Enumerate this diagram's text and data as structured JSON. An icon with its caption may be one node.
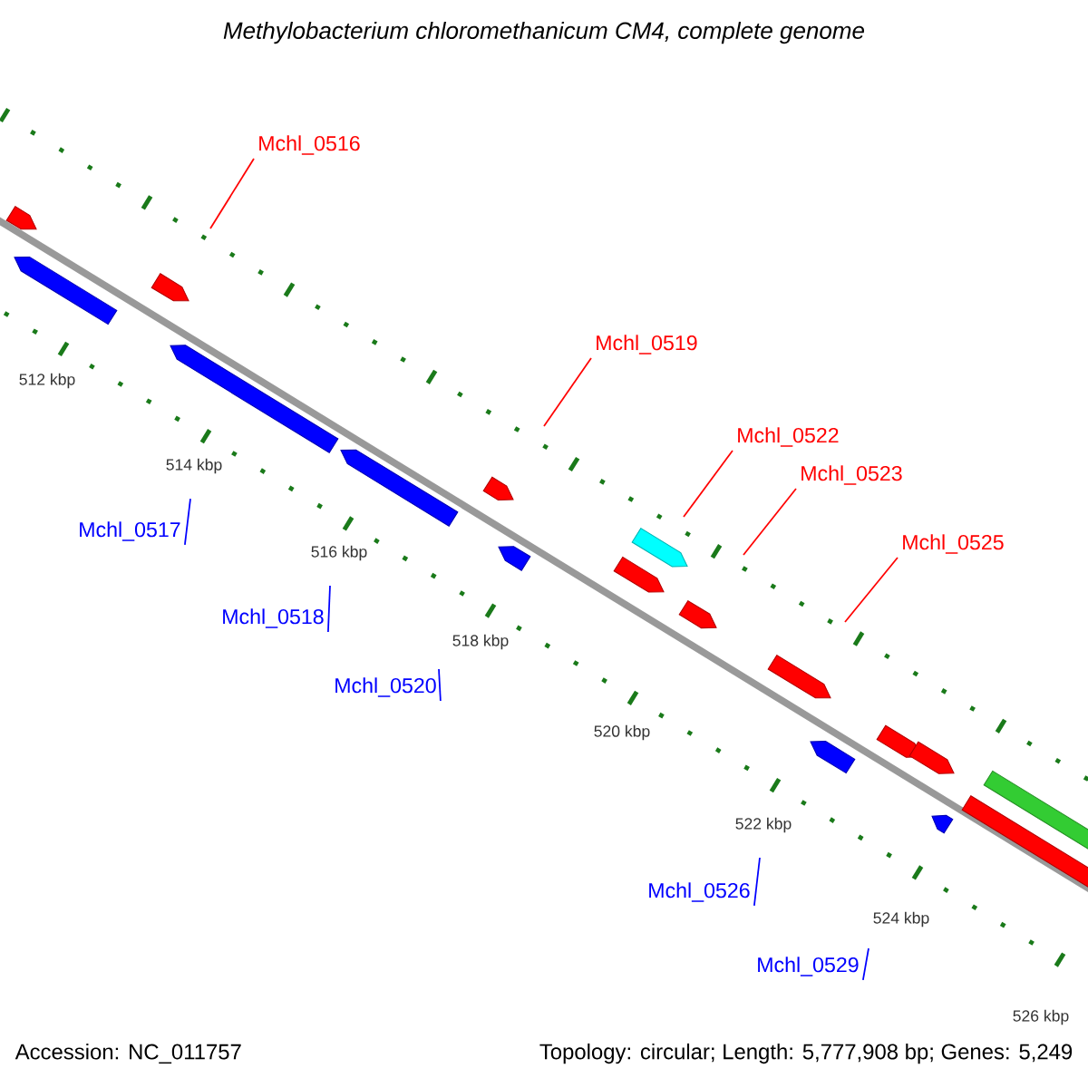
{
  "diagram": {
    "title": "Methylobacterium chloromethanicum CM4, complete genome",
    "nodes": [
      {
        "text": [
          "Mchl_0516"
        ]
      },
      {
        "text": [
          "Mchl_0519"
        ]
      },
      {
        "text": [
          "Mchl_0522"
        ]
      },
      {
        "text": [
          "Mchl_0523"
        ]
      },
      {
        "text": [
          "Mchl_0525"
        ]
      },
      {
        "text": [
          "Mchl_0517"
        ]
      },
      {
        "text": [
          "Mchl_0518"
        ]
      },
      {
        "text": [
          "Mchl_0520"
        ]
      },
      {
        "text": [
          "Mchl_0526"
        ]
      },
      {
        "text": [
          "Mchl_0529"
        ]
      }
    ],
    "edges": [
      {
        "from": 0,
        "to": null,
        "arrow": "none",
        "color": "#ff0000"
      },
      {
        "from": 1,
        "to": null,
        "arrow": "none",
        "color": "#ff0000"
      },
      {
        "from": 2,
        "to": null,
        "arrow": "none",
        "color": "#ff0000"
      },
      {
        "from": 3,
        "to": null,
        "arrow": "none",
        "color": "#ff0000"
      },
      {
        "from": 4,
        "to": null,
        "arrow": "none",
        "color": "#ff0000"
      },
      {
        "from": 5,
        "to": null,
        "arrow": "none",
        "color": "#0000ff"
      },
      {
        "from": 6,
        "to": null,
        "arrow": "none",
        "color": "#0000ff"
      },
      {
        "from": 7,
        "to": null,
        "arrow": "none",
        "color": "#0000ff"
      },
      {
        "from": 8,
        "to": null,
        "arrow": "none",
        "color": "#0000ff"
      },
      {
        "from": 9,
        "to": null,
        "arrow": "none",
        "color": "#0000ff"
      }
    ],
    "labels": [
      "512 kbp",
      "514 kbp",
      "516 kbp",
      "518 kbp",
      "520 kbp",
      "522 kbp",
      "524 kbp",
      "526 kbp",
      "Accession: NC_011757",
      "Topology: circular; Length: 5,777,908 bp; Genes: 5,249"
    ]
  }
}
